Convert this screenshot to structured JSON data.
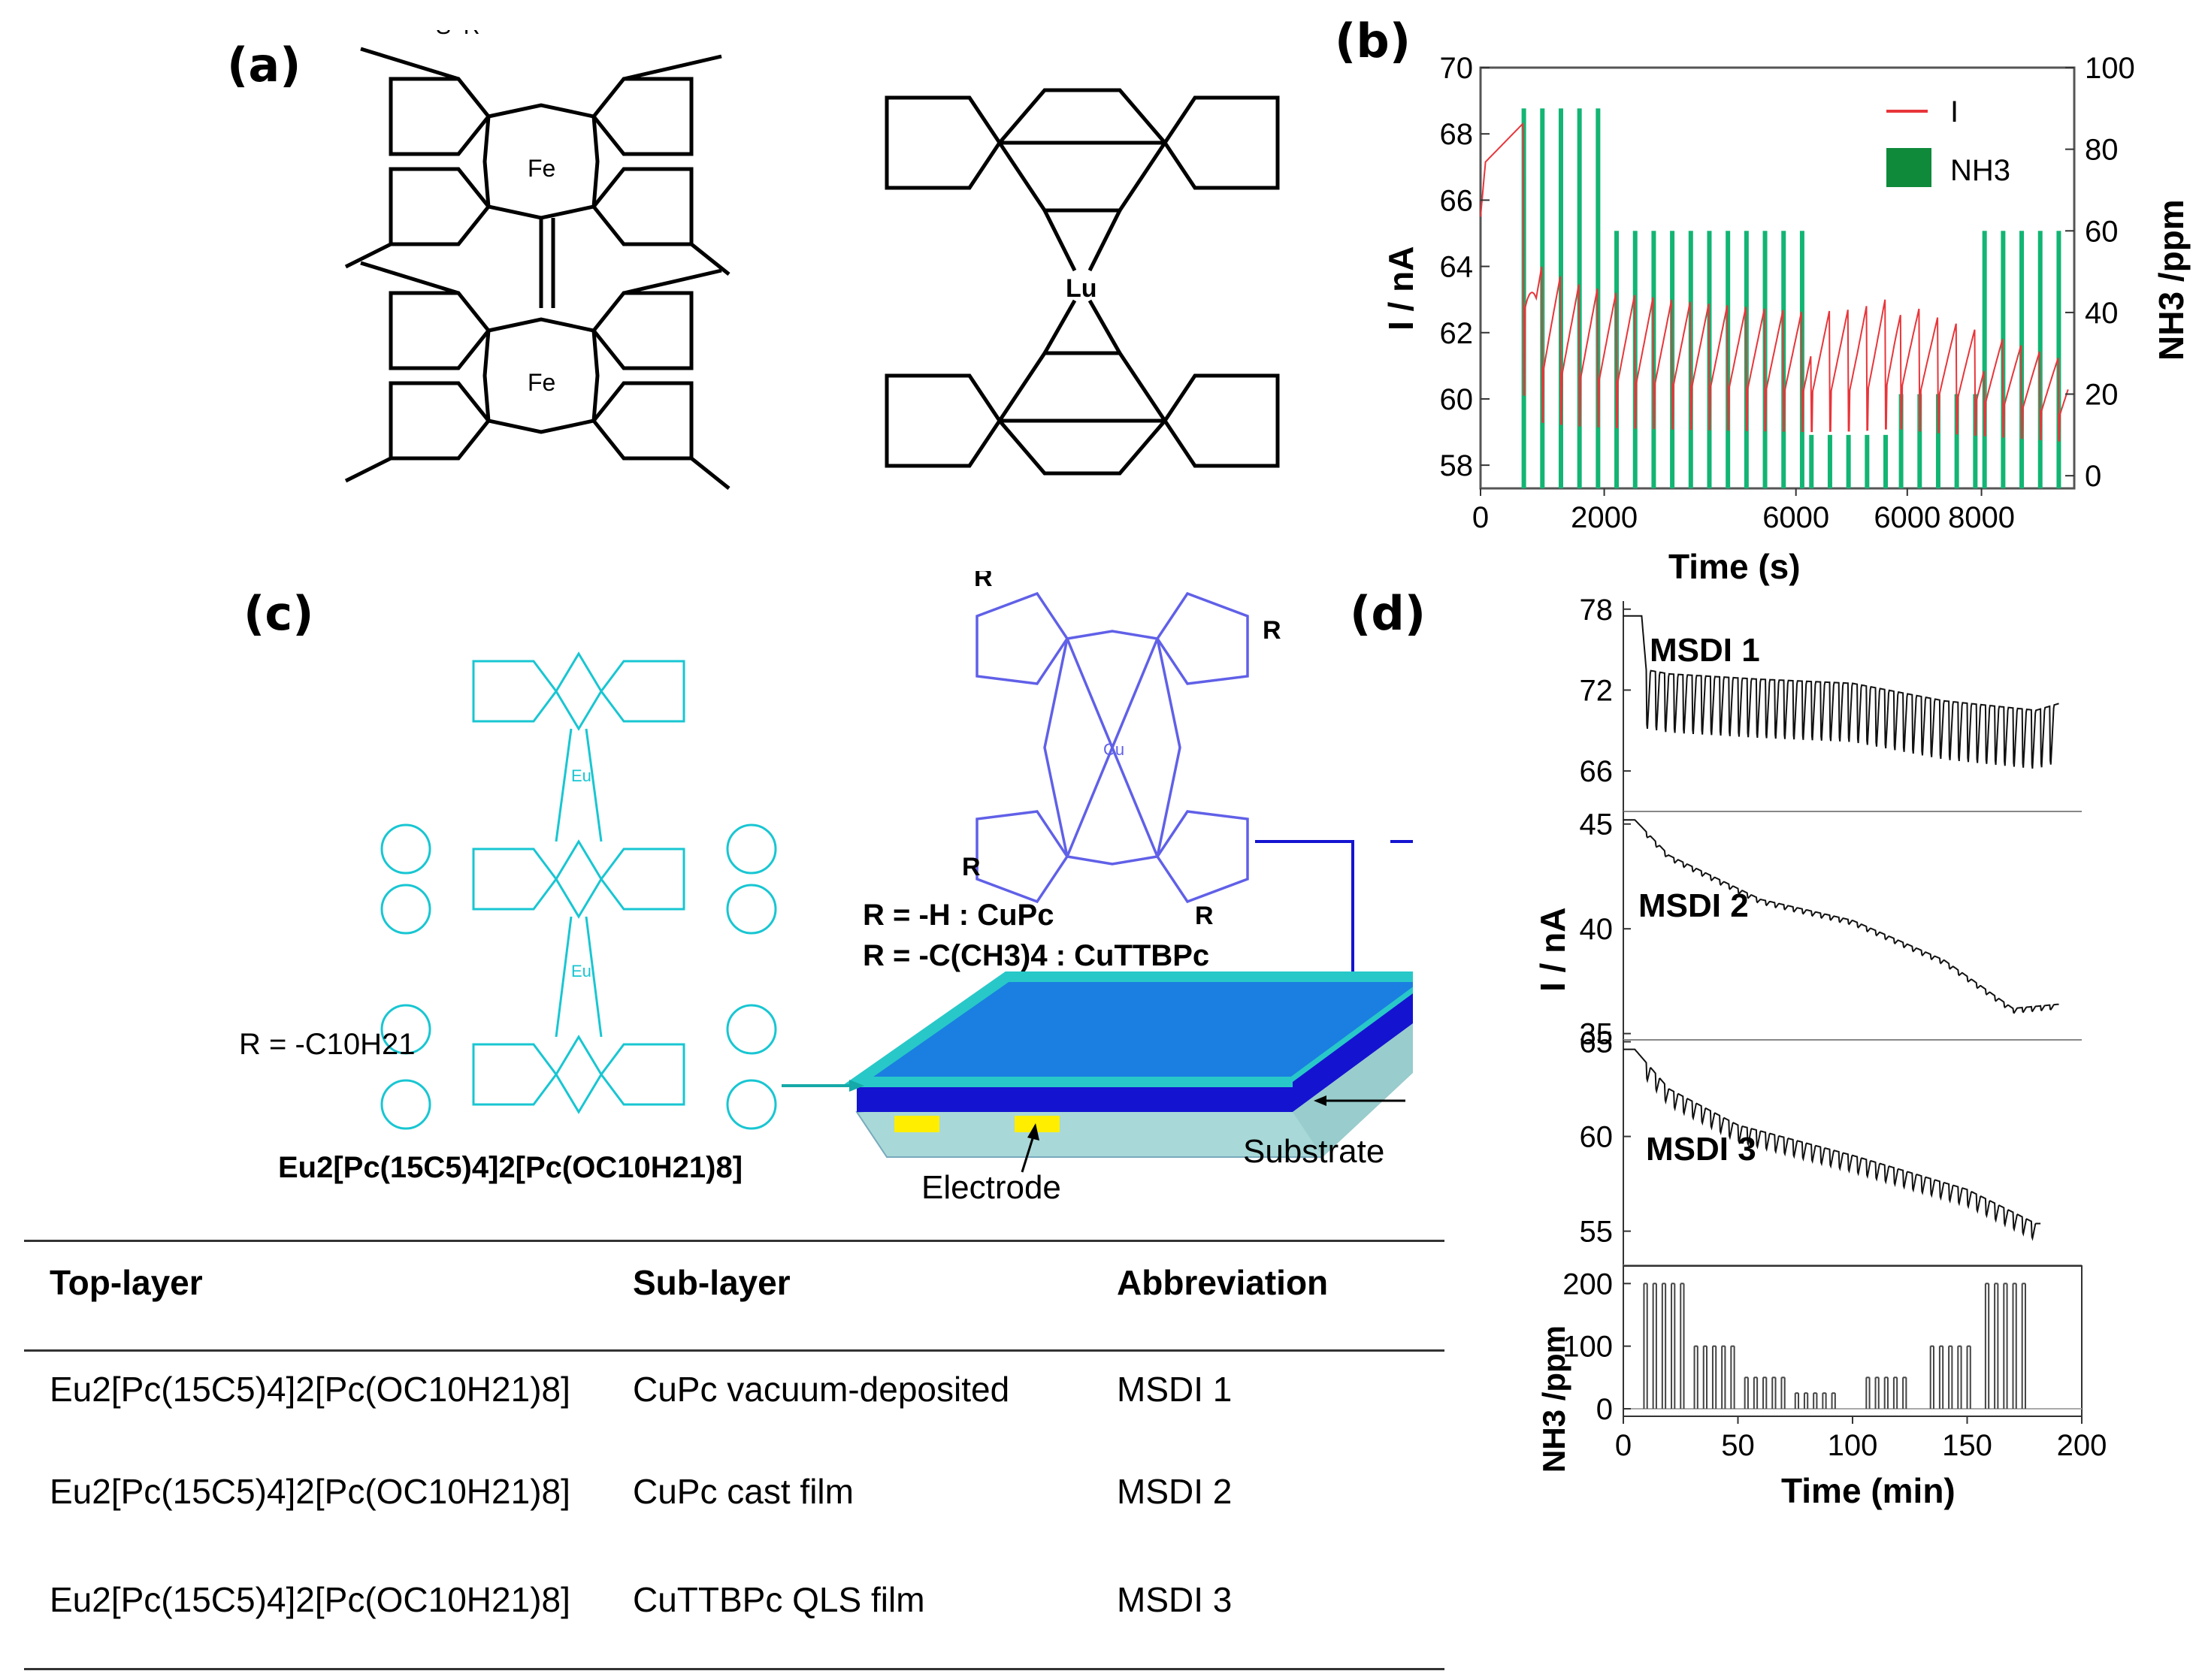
{
  "panels": {
    "a": "(a)",
    "b": "(b)",
    "c": "(c)",
    "d": "(d)"
  },
  "panel_a": {
    "left_metals": [
      "Fe",
      "Fe"
    ],
    "left_substituent": "S–R",
    "right_metal": "Lu"
  },
  "panel_c": {
    "metal": "Eu",
    "r_definition": "R = -C10H21",
    "compound_label": "Eu2[Pc(15C5)4]2[Pc(OC10H21)8]",
    "cupc_r_label": "R",
    "cupc_metal": "Cu",
    "cupc_def_1": "R = -H :  CuPc",
    "cupc_def_2": "R = -C(CH3)4 : CuTTBPc",
    "device_labels": {
      "substrate": "Substrate",
      "electrode": "Electrode"
    }
  },
  "table": {
    "headers": [
      "Top-layer",
      "Sub-layer",
      "Abbreviation"
    ],
    "rows": [
      [
        "Eu2[Pc(15C5)4]2[Pc(OC10H21)8]",
        "CuPc vacuum-deposited",
        "MSDI 1"
      ],
      [
        "Eu2[Pc(15C5)4]2[Pc(OC10H21)8]",
        "CuPc cast film",
        "MSDI 2"
      ],
      [
        "Eu2[Pc(15C5)4]2[Pc(OC10H21)8]",
        "CuTTBPc QLS film",
        "MSDI 3"
      ]
    ]
  },
  "colors": {
    "current_line": "#e8353a",
    "nh3_bars": "#12b573",
    "legend_nh3": "#0e8a3a",
    "cyan_structure": "#18c6d2",
    "blue_structure": "#6060e8",
    "device_top": "#1a7fe0",
    "device_frame": "#28c8c8",
    "device_sub": "#1414d0",
    "electrode": "#ffee00"
  },
  "chart_data": [
    {
      "type": "line",
      "panel": "b",
      "xlabel": "Time (s)",
      "ylabel": "I / nA",
      "y2label": "NH3 /ppm",
      "x_ticks": [
        "0",
        "2000",
        "6000",
        "6000",
        "8000"
      ],
      "xlim": [
        0,
        9600
      ],
      "ylim": [
        57.3,
        70
      ],
      "y_ticks": [
        58,
        60,
        62,
        64,
        66,
        68,
        70
      ],
      "y2lim": [
        -3.1,
        100
      ],
      "y2_ticks": [
        0,
        20,
        40,
        60,
        80,
        100
      ],
      "legend": [
        "I",
        "NH3"
      ],
      "legend_position": "top-right",
      "nh3_bar_groups": [
        {
          "start": 700,
          "step": 300,
          "count": 5,
          "ppm": 90
        },
        {
          "start": 2200,
          "step": 300,
          "count": 11,
          "ppm": 60
        },
        {
          "start": 5350,
          "step": 300,
          "count": 5,
          "ppm": 10
        },
        {
          "start": 6800,
          "step": 300,
          "count": 5,
          "ppm": 20
        },
        {
          "start": 8150,
          "step": 300,
          "count": 5,
          "ppm": 60
        }
      ],
      "current_baseline": [
        [
          0,
          67.0
        ],
        [
          680,
          68.3
        ],
        [
          900,
          63.8
        ],
        [
          1500,
          63.2
        ],
        [
          2200,
          62.9
        ],
        [
          3500,
          62.6
        ],
        [
          5300,
          62.3
        ],
        [
          6100,
          62.4
        ],
        [
          6700,
          62.8
        ],
        [
          7300,
          62.2
        ],
        [
          8100,
          61.7
        ],
        [
          9500,
          60.8
        ]
      ],
      "current_dip_minimum": 58.2
    },
    {
      "type": "line",
      "panel": "d",
      "xlabel": "Time (min)",
      "ylabel": "I / nA",
      "xlim": [
        0,
        200
      ],
      "x_ticks": [
        0,
        50,
        100,
        150,
        200
      ],
      "subplots": [
        {
          "name": "MSDI 1",
          "ylim": [
            63,
            78.6
          ],
          "y_ticks": [
            66,
            72,
            78
          ],
          "baseline": [
            [
              0,
              77.5
            ],
            [
              8,
              77.5
            ],
            [
              10,
              73.5
            ],
            [
              20,
              73.2
            ],
            [
              60,
              72.8
            ],
            [
              100,
              72.5
            ],
            [
              140,
              71.2
            ],
            [
              180,
              70.5
            ],
            [
              190,
              71
            ]
          ],
          "dip_depth": 6
        },
        {
          "name": "MSDI 2",
          "ylim": [
            34.7,
            45.6
          ],
          "y_ticks": [
            35,
            40,
            45
          ],
          "baseline": [
            [
              0,
              45.2
            ],
            [
              5,
              45.2
            ],
            [
              20,
              43.5
            ],
            [
              60,
              41.4
            ],
            [
              100,
              40.4
            ],
            [
              140,
              38.5
            ],
            [
              170,
              36.2
            ],
            [
              190,
              36.4
            ]
          ],
          "dip_depth": 0.3
        },
        {
          "name": "MSDI 3",
          "ylim": [
            53.2,
            65.1
          ],
          "y_ticks": [
            55,
            60,
            65
          ],
          "baseline": [
            [
              0,
              64.6
            ],
            [
              5,
              64.6
            ],
            [
              20,
              62.5
            ],
            [
              50,
              60.6
            ],
            [
              100,
              59
            ],
            [
              150,
              57.2
            ],
            [
              180,
              55.4
            ]
          ],
          "dip_depth": 1.2
        }
      ],
      "nh3_subplot": {
        "ylabel": "NH3 /ppm",
        "ylim": [
          -12,
          228
        ],
        "y_ticks": [
          0,
          100,
          200
        ],
        "pulse_groups": [
          {
            "start": 9,
            "step": 4,
            "count": 5,
            "ppm": 200
          },
          {
            "start": 31,
            "step": 4,
            "count": 5,
            "ppm": 100
          },
          {
            "start": 53,
            "step": 4,
            "count": 5,
            "ppm": 50
          },
          {
            "start": 75,
            "step": 4,
            "count": 5,
            "ppm": 25
          },
          {
            "start": 106,
            "step": 4,
            "count": 5,
            "ppm": 50
          },
          {
            "start": 134,
            "step": 4,
            "count": 5,
            "ppm": 100
          },
          {
            "start": 158,
            "step": 4,
            "count": 5,
            "ppm": 200
          }
        ]
      }
    }
  ]
}
